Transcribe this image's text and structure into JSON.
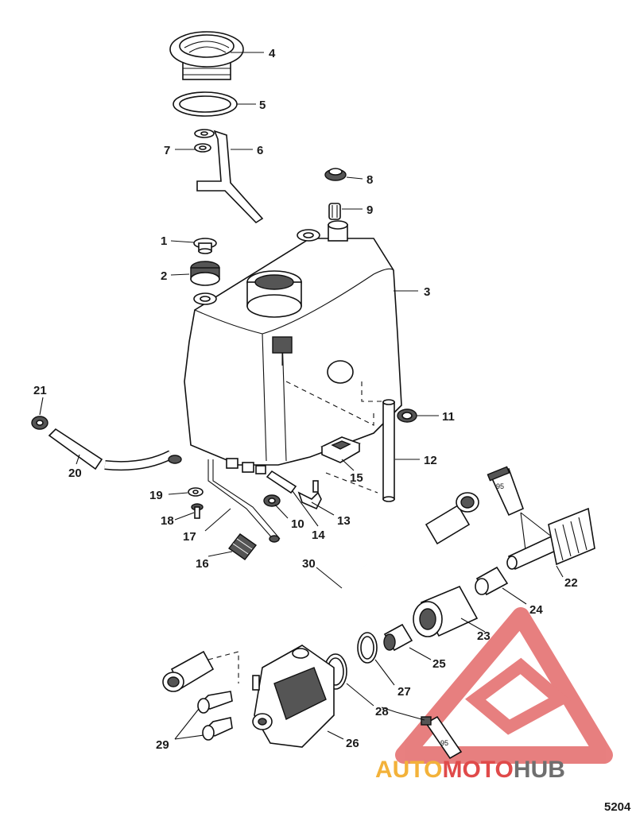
{
  "figure_number": "5204",
  "watermark": {
    "prefix": "AUTO",
    "middle": "MOTO",
    "suffix": "HUB"
  },
  "tube_labels": {
    "upper": "95",
    "lower": "95"
  },
  "callouts": [
    {
      "id": 1,
      "label": "1"
    },
    {
      "id": 2,
      "label": "2"
    },
    {
      "id": 3,
      "label": "3"
    },
    {
      "id": 4,
      "label": "4"
    },
    {
      "id": 5,
      "label": "5"
    },
    {
      "id": 6,
      "label": "6"
    },
    {
      "id": 7,
      "label": "7"
    },
    {
      "id": 8,
      "label": "8"
    },
    {
      "id": 9,
      "label": "9"
    },
    {
      "id": 10,
      "label": "10"
    },
    {
      "id": 11,
      "label": "11"
    },
    {
      "id": 12,
      "label": "12"
    },
    {
      "id": 13,
      "label": "13"
    },
    {
      "id": 14,
      "label": "14"
    },
    {
      "id": 15,
      "label": "15"
    },
    {
      "id": 16,
      "label": "16"
    },
    {
      "id": 17,
      "label": "17"
    },
    {
      "id": 18,
      "label": "18"
    },
    {
      "id": 19,
      "label": "19"
    },
    {
      "id": 20,
      "label": "20"
    },
    {
      "id": 21,
      "label": "21"
    },
    {
      "id": 22,
      "label": "22"
    },
    {
      "id": 23,
      "label": "23"
    },
    {
      "id": 24,
      "label": "24"
    },
    {
      "id": 25,
      "label": "25"
    },
    {
      "id": 26,
      "label": "26"
    },
    {
      "id": 27,
      "label": "27"
    },
    {
      "id": 28,
      "label": "28"
    },
    {
      "id": 29,
      "label": "29"
    },
    {
      "id": 30,
      "label": "30"
    }
  ]
}
